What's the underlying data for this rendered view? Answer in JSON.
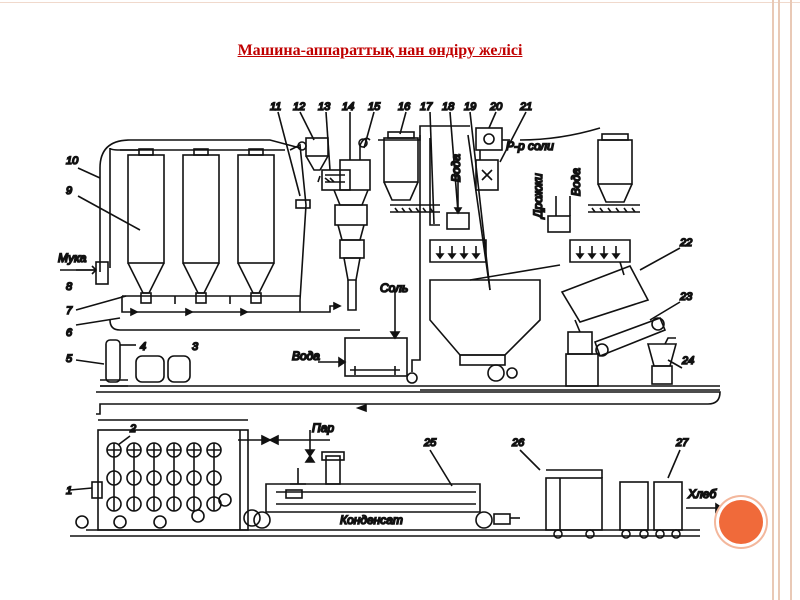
{
  "title": "Машина-аппараттық нан өндіру желісі",
  "labels": {
    "flour": "Мука",
    "water1": "Вода",
    "salt": "Соль",
    "salt_solution": "Р-р соли",
    "yeast": "Дрожжи",
    "water2": "Вода",
    "water3": "Вода",
    "steam": "Пар",
    "condensate": "Конденсат",
    "bread": "Хлеб"
  },
  "numbers": [
    "1",
    "2",
    "3",
    "4",
    "5",
    "6",
    "7",
    "8",
    "9",
    "10",
    "11",
    "12",
    "13",
    "14",
    "15",
    "16",
    "17",
    "18",
    "19",
    "20",
    "21",
    "22",
    "23",
    "24",
    "25",
    "26",
    "27"
  ],
  "colors": {
    "title": "#c00000",
    "accent_dot": "#f06a3a",
    "frame": "#e9c9b6"
  }
}
